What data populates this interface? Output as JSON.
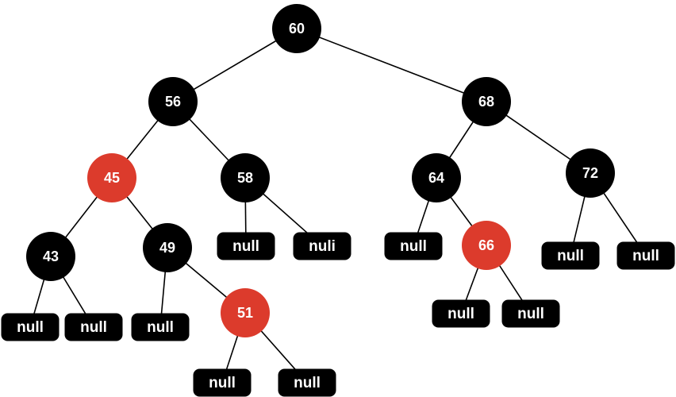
{
  "colors": {
    "black": "#000000",
    "red": "#dc3b2c",
    "text": "#ffffff",
    "edge": "#000000"
  },
  "nodes": [
    {
      "id": "n60",
      "label": "60",
      "color": "black"
    },
    {
      "id": "n56",
      "label": "56",
      "color": "black"
    },
    {
      "id": "n68",
      "label": "68",
      "color": "black"
    },
    {
      "id": "n45",
      "label": "45",
      "color": "red"
    },
    {
      "id": "n58",
      "label": "58",
      "color": "black"
    },
    {
      "id": "n64",
      "label": "64",
      "color": "black"
    },
    {
      "id": "n72",
      "label": "72",
      "color": "black"
    },
    {
      "id": "n43",
      "label": "43",
      "color": "black"
    },
    {
      "id": "n49",
      "label": "49",
      "color": "black"
    },
    {
      "id": "n66",
      "label": "66",
      "color": "red"
    },
    {
      "id": "n51",
      "label": "51",
      "color": "red"
    }
  ],
  "null_leaves": [
    {
      "id": "null58L",
      "label": "null"
    },
    {
      "id": "null58R",
      "label": "nuli"
    },
    {
      "id": "null64L",
      "label": "null"
    },
    {
      "id": "null72L",
      "label": "null"
    },
    {
      "id": "null72R",
      "label": "null"
    },
    {
      "id": "null43L",
      "label": "null"
    },
    {
      "id": "null43R",
      "label": "null"
    },
    {
      "id": "null49L",
      "label": "null"
    },
    {
      "id": "null66L",
      "label": "null"
    },
    {
      "id": "null66R",
      "label": "null"
    },
    {
      "id": "null51L",
      "label": "null"
    },
    {
      "id": "null51R",
      "label": "null"
    }
  ],
  "edges": [
    [
      "n60",
      "n56"
    ],
    [
      "n60",
      "n68"
    ],
    [
      "n56",
      "n45"
    ],
    [
      "n56",
      "n58"
    ],
    [
      "n68",
      "n64"
    ],
    [
      "n68",
      "n72"
    ],
    [
      "n45",
      "n43"
    ],
    [
      "n45",
      "n49"
    ],
    [
      "n58",
      "null58L"
    ],
    [
      "n58",
      "null58R"
    ],
    [
      "n64",
      "null64L"
    ],
    [
      "n64",
      "n66"
    ],
    [
      "n72",
      "null72L"
    ],
    [
      "n72",
      "null72R"
    ],
    [
      "n43",
      "null43L"
    ],
    [
      "n43",
      "null43R"
    ],
    [
      "n49",
      "null49L"
    ],
    [
      "n49",
      "n51"
    ],
    [
      "n66",
      "null66L"
    ],
    [
      "n66",
      "null66R"
    ],
    [
      "n51",
      "null51L"
    ],
    [
      "n51",
      "null51R"
    ]
  ]
}
